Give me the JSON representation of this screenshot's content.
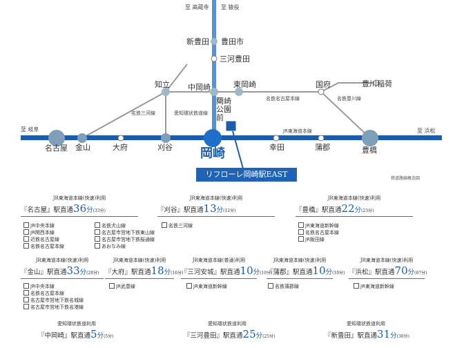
{
  "map": {
    "to_labels": {
      "takakuraji": "至 高蔵寺",
      "sanage": "至 猿投",
      "gifu": "至 岐阜",
      "hamamatsu": "至 浜松"
    },
    "stations": {
      "nagoya": "名古屋",
      "kanayama": "金山",
      "obu": "大府",
      "kariya": "刈谷",
      "okazaki": "岡崎",
      "koda": "幸田",
      "gamagori": "蒲郡",
      "toyohashi": "豊橋",
      "chiryu": "知立",
      "shin_toyota": "新豊田",
      "toyotashi": "豊田市",
      "mikawa_toyota": "三河豊田",
      "naka_okazaki": "中岡崎",
      "higashi_okazaki": "東岡崎",
      "okazaki_koenmae": "岡崎公園前",
      "kou": "国府",
      "toyokawa_inari": "豊川稲荷"
    },
    "lines": {
      "meitetsu_mikawa": "名鉄三河線",
      "aichi_kanjo": "愛知環状鉄道線",
      "meitetsu_nagoya": "名鉄名古屋本線",
      "meitetsu_toyokawa": "名鉄豊川線",
      "jr_tokaido": "JR東海道本線"
    },
    "site_label": "リフローレ岡崎駅EAST",
    "notice": "鉄道路線概念図",
    "colors": {
      "main_line": "#1b5dab",
      "branch_line": "#9a9a9a",
      "aichi_line": "#5a8fd0"
    }
  },
  "routes": [
    {
      "header": "JR東海道本線(快速)利用",
      "station": "『名古屋』駅",
      "mode": "直通",
      "min": "36",
      "unit": "分",
      "alt": "(33分)",
      "transfers": [
        "JR中央本線",
        "JR関西本線",
        "近鉄名古屋線",
        "名鉄名古屋本線",
        "名鉄犬山線",
        "名古屋市営地下鉄東山線",
        "名古屋市営地下鉄桜通線",
        "あおなみ線"
      ]
    },
    {
      "header": "JR東海道本線(快速)利用",
      "station": "『刈谷』駅",
      "mode": "直通",
      "min": "13",
      "unit": "分",
      "alt": "(12分)",
      "transfers": [
        "名鉄三河線"
      ]
    },
    {
      "header": "JR東海道本線(快速)利用",
      "station": "『豊橋』駅",
      "mode": "直通",
      "min": "22",
      "unit": "分",
      "alt": "(23分)",
      "transfers": [
        "JR東海道新幹線",
        "名鉄名古屋本線",
        "JR飯田線"
      ]
    },
    {
      "header": "JR東海道本線(快速)利用",
      "station": "『金山』駅",
      "mode": "直通",
      "min": "33",
      "unit": "分",
      "alt": "(28分)",
      "transfers": [
        "JR中央本線",
        "名鉄名古屋本線",
        "名古屋市営地下鉄名城線",
        "名古屋市営地下鉄名港線"
      ]
    },
    {
      "header": "JR東海道本線(快速)利用",
      "station": "『大府』駅",
      "mode": "直通",
      "min": "18",
      "unit": "分",
      "alt": "(16分)",
      "transfers": [
        "JR武豊線"
      ]
    },
    {
      "header": "JR東海道本線(普通)利用",
      "station": "『三河安城』駅",
      "mode": "直通",
      "min": "10",
      "unit": "分",
      "alt": "(10分)",
      "transfers": [
        "JR東海道新幹線"
      ]
    },
    {
      "header": "JR東海道本線(快速)利用",
      "station": "『蒲郡』駅",
      "mode": "直通",
      "min": "10",
      "unit": "分",
      "alt": "(10分)",
      "transfers": [
        "名鉄蒲郡線"
      ]
    },
    {
      "header": "JR東海道本線(快速)利用",
      "station": "『浜松』駅",
      "mode": "直通",
      "min": "70",
      "unit": "分",
      "alt": "(67分)",
      "transfers": [
        "JR東海道新幹線"
      ]
    },
    {
      "header": "愛知環状鉄道利用",
      "station": "『中岡崎』駅",
      "mode": "直通",
      "min": "5",
      "unit": "分",
      "alt": "(5分)",
      "transfers": []
    },
    {
      "header": "愛知環状鉄道利用",
      "station": "『三河豊田』駅",
      "mode": "直通",
      "min": "25",
      "unit": "分",
      "alt": "(25分)",
      "transfers": []
    },
    {
      "header": "愛知環状鉄道利用",
      "station": "『新豊田』駅",
      "mode": "直通",
      "min": "31",
      "unit": "分",
      "alt": "(30分)",
      "transfers": []
    }
  ]
}
